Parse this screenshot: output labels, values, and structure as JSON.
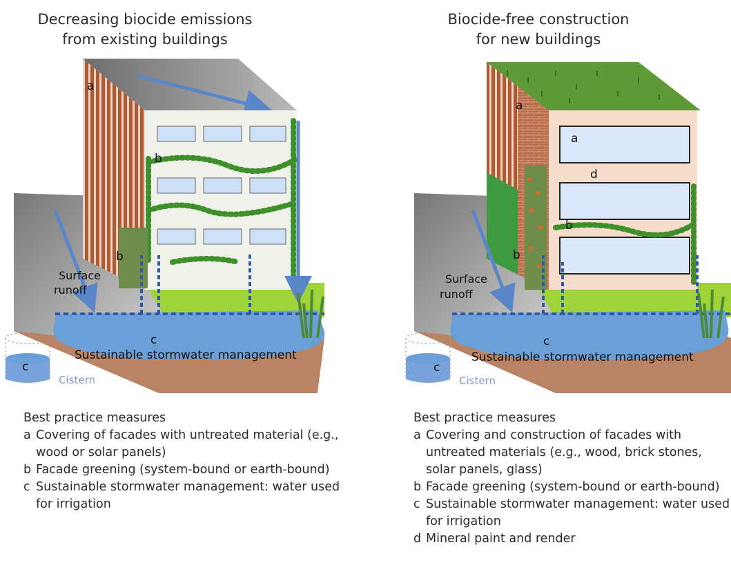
{
  "left": {
    "title_line1": "Decreasing biocide emissions",
    "title_line2": "from existing buildings",
    "labels": {
      "a": "a",
      "b1": "b",
      "b2": "b",
      "c": "c",
      "c_cistern": "c",
      "surface": "Surface",
      "runoff": "runoff",
      "stormwater": "Sustainable stormwater management",
      "cistern": "Cistern"
    },
    "measures": {
      "heading": "Best practice measures",
      "items": [
        {
          "key": "a",
          "text": "Covering of facades with untreated material (e.g., wood or solar panels)"
        },
        {
          "key": "b",
          "text": "Facade greening (system-bound or earth-bound)"
        },
        {
          "key": "c",
          "text": "Sustainable stormwater management: water used for irrigation"
        }
      ]
    }
  },
  "right": {
    "title_line1": "Biocide-free construction",
    "title_line2": "for new buildings",
    "labels": {
      "a1": "a",
      "a2": "a",
      "b1": "b",
      "b2": "b",
      "c": "c",
      "c_cistern": "c",
      "d": "d",
      "surface": "Surface",
      "runoff": "runoff",
      "stormwater": "Sustainable stormwater management",
      "cistern": "Cistern"
    },
    "measures": {
      "heading": "Best practice measures",
      "items": [
        {
          "key": "a",
          "text": "Covering and construction of facades with untreated materials (e.g., wood, brick stones, solar panels, glass)"
        },
        {
          "key": "b",
          "text": "Facade greening (system-bound or earth-bound)"
        },
        {
          "key": "c",
          "text": "Sustainable stormwater management: water used for irrigation"
        },
        {
          "key": "d",
          "text": "Mineral paint and render"
        }
      ]
    }
  },
  "colors": {
    "wood": "#a0522d",
    "roof": "#8c8c8c",
    "facade": "#f1f1ec",
    "render": "#f5dccb",
    "lawn": "#9fd33a",
    "water": "#6a9fd8",
    "soil": "#b98466",
    "arrow": "#5a86c8",
    "greenroof": "#5e9a35"
  }
}
